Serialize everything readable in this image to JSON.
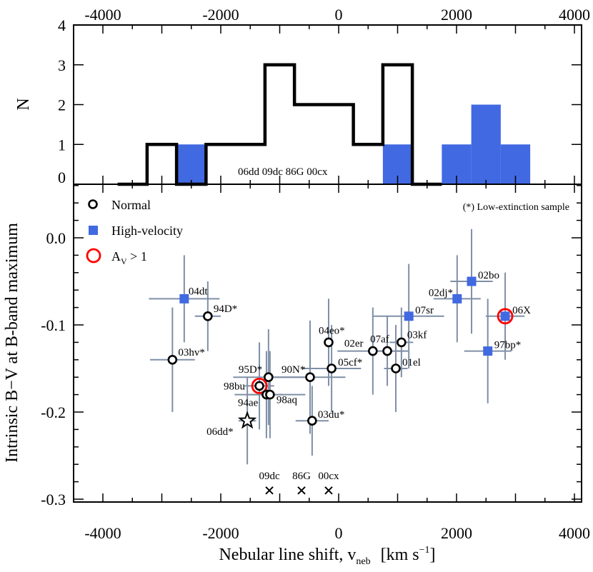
{
  "chart_data": [
    {
      "type": "histogram",
      "panel": "top",
      "title": "",
      "xlabel": "",
      "ylabel": "N",
      "xlim": [
        -4500,
        4000
      ],
      "ylim": [
        -0.1,
        4
      ],
      "x_ticks": [
        -4000,
        -2000,
        0,
        2000,
        4000
      ],
      "x_tick_labels": [
        "-4000",
        "-2000",
        "0",
        "2000",
        "4000"
      ],
      "x_ticks_on_top": true,
      "y_ticks": [
        0,
        1,
        2,
        3,
        4
      ],
      "y_tick_labels": [
        "0",
        "1",
        "2",
        "3",
        "4"
      ],
      "bin_width": 500,
      "series": [
        {
          "name": "Normal",
          "style": "step-outline",
          "color": "#000000",
          "bin_edges": [
            -3750,
            -3250,
            -2750,
            -2250,
            -1750,
            -1250,
            -750,
            -250,
            250,
            750,
            1250,
            1750
          ],
          "counts": [
            0,
            1,
            0,
            1,
            1,
            3,
            2,
            2,
            1,
            3,
            0
          ]
        },
        {
          "name": "High-velocity",
          "style": "filled",
          "color": "#4169E1",
          "bins": [
            {
              "x0": -2750,
              "x1": -2250,
              "count": 1
            },
            {
              "x0": 750,
              "x1": 1250,
              "count": 1
            },
            {
              "x0": 1750,
              "x1": 2250,
              "count": 1
            },
            {
              "x0": 2250,
              "x1": 2750,
              "count": 2
            },
            {
              "x0": 2750,
              "x1": 3250,
              "count": 1
            }
          ]
        }
      ],
      "annotations": [
        {
          "text": "06dd 09dc 86G  00cx",
          "x": -1000,
          "y": 0.12
        }
      ]
    },
    {
      "type": "scatter",
      "panel": "bottom",
      "title": "",
      "xlabel": "Nebular line shift, v_neb  [km s^-1]",
      "ylabel": "Intrinsic B−V at B-band maximum",
      "xlim": [
        -4500,
        4000
      ],
      "ylim": [
        -0.303,
        0.062
      ],
      "x_ticks": [
        -4000,
        -2000,
        0,
        2000,
        4000
      ],
      "x_tick_labels": [
        "-4000",
        "-2000",
        "0",
        "2000",
        "4000"
      ],
      "y_ticks": [
        0.0,
        -0.1,
        -0.2,
        -0.3
      ],
      "y_tick_labels": [
        "0.0",
        "-0.1",
        "-0.2",
        "-0.3"
      ],
      "grid": false,
      "legend": {
        "position": "upper left",
        "entries": [
          {
            "label": "Normal",
            "marker": "open-circle",
            "color": "#000000"
          },
          {
            "label": "High-velocity",
            "marker": "filled-square",
            "color": "#4169E1"
          },
          {
            "label": "A_V > 1",
            "marker": "red-ring",
            "color": "#FF0000"
          }
        ]
      },
      "note": "(*) Low-extinction sample",
      "errorbar_color": "#7F8FA6",
      "points": [
        {
          "name": "04dt",
          "x": -2620,
          "y": -0.07,
          "xerr": 600,
          "yerr": 0.05,
          "group": "High-velocity",
          "av_gt_1": false,
          "label_dx": 6,
          "label_dy": -6
        },
        {
          "name": "94D*",
          "x": -2220,
          "y": -0.09,
          "xerr": 220,
          "yerr": 0.04,
          "group": "Normal",
          "av_gt_1": false,
          "label_dx": 8,
          "label_dy": -6
        },
        {
          "name": "03hv*",
          "x": -2820,
          "y": -0.14,
          "xerr": 380,
          "yerr": 0.06,
          "group": "Normal",
          "av_gt_1": false,
          "label_dx": 8,
          "label_dy": -6
        },
        {
          "name": "95D*",
          "x": -1190,
          "y": -0.16,
          "xerr": 600,
          "yerr": 0.055,
          "group": "Normal",
          "av_gt_1": false,
          "label_dx": -42,
          "label_dy": -6
        },
        {
          "name": "98bu",
          "x": -1345,
          "y": -0.17,
          "xerr": 250,
          "yerr": 0.05,
          "group": "Normal",
          "av_gt_1": true,
          "label_dx": -50,
          "label_dy": 5
        },
        {
          "name": "94ae",
          "x": -1225,
          "y": -0.18,
          "xerr": 300,
          "yerr": 0.05,
          "group": "Normal",
          "av_gt_1": false,
          "label_dx": -40,
          "label_dy": 16
        },
        {
          "name": "98aq",
          "x": -1165,
          "y": -0.18,
          "xerr": 600,
          "yerr": 0.05,
          "group": "Normal",
          "av_gt_1": false,
          "label_dx": 9,
          "label_dy": 12
        },
        {
          "name": "06dd*",
          "x": -1550,
          "y": -0.21,
          "xerr": 150,
          "yerr": 0.05,
          "group": "Normal",
          "av_gt_1": false,
          "marker": "star",
          "label_dx": -57,
          "label_dy": 20
        },
        {
          "name": "90N*",
          "x": -485,
          "y": -0.16,
          "xerr": 600,
          "yerr": 0.065,
          "group": "Normal",
          "av_gt_1": false,
          "label_dx": -40,
          "label_dy": -6
        },
        {
          "name": "03du*",
          "x": -450,
          "y": -0.21,
          "xerr": 280,
          "yerr": 0.04,
          "group": "Normal",
          "av_gt_1": false,
          "label_dx": 8,
          "label_dy": -4
        },
        {
          "name": "04eo*",
          "x": -170,
          "y": -0.12,
          "xerr": 60,
          "yerr": 0.05,
          "group": "Normal",
          "av_gt_1": false,
          "label_dx": -14,
          "label_dy": -12
        },
        {
          "name": "05cf*",
          "x": -120,
          "y": -0.15,
          "xerr": 500,
          "yerr": 0.05,
          "group": "Normal",
          "av_gt_1": false,
          "label_dx": 9,
          "label_dy": -4
        },
        {
          "name": "02er",
          "x": 580,
          "y": -0.13,
          "xerr": 600,
          "yerr": 0.05,
          "group": "Normal",
          "av_gt_1": false,
          "label_dx": -40,
          "label_dy": -6
        },
        {
          "name": "07af",
          "x": 825,
          "y": -0.13,
          "xerr": 300,
          "yerr": 0.04,
          "group": "Normal",
          "av_gt_1": false,
          "label_dx": -24,
          "label_dy": -12
        },
        {
          "name": "03kf",
          "x": 1065,
          "y": -0.12,
          "xerr": 200,
          "yerr": 0.04,
          "group": "Normal",
          "av_gt_1": false,
          "label_dx": 8,
          "label_dy": -6
        },
        {
          "name": "01el",
          "x": 970,
          "y": -0.15,
          "xerr": 200,
          "yerr": 0.05,
          "group": "Normal",
          "av_gt_1": false,
          "label_dx": 9,
          "label_dy": -4
        },
        {
          "name": "07sr",
          "x": 1190,
          "y": -0.09,
          "xerr": 600,
          "yerr": 0.06,
          "group": "High-velocity",
          "av_gt_1": false,
          "label_dx": 9,
          "label_dy": -4
        },
        {
          "name": "02bo",
          "x": 2255,
          "y": -0.05,
          "xerr": 360,
          "yerr": 0.06,
          "group": "High-velocity",
          "av_gt_1": false,
          "label_dx": 9,
          "label_dy": -4
        },
        {
          "name": "02dj*",
          "x": 2010,
          "y": -0.07,
          "xerr": 400,
          "yerr": 0.05,
          "group": "High-velocity",
          "av_gt_1": false,
          "label_dx": -40,
          "label_dy": -4
        },
        {
          "name": "06X",
          "x": 2825,
          "y": -0.09,
          "xerr": 330,
          "yerr": 0.05,
          "group": "High-velocity",
          "av_gt_1": true,
          "label_dx": 10,
          "label_dy": -4
        },
        {
          "name": "97bp*",
          "x": 2530,
          "y": -0.13,
          "xerr": 400,
          "yerr": 0.06,
          "group": "High-velocity",
          "av_gt_1": false,
          "label_dx": 9,
          "label_dy": -4
        }
      ],
      "x_markers": [
        {
          "name": "09dc",
          "x": -1175,
          "y": -0.29,
          "marker": "x"
        },
        {
          "name": "86G",
          "x": -630,
          "y": -0.29,
          "marker": "x"
        },
        {
          "name": "00cx",
          "x": -170,
          "y": -0.29,
          "marker": "x"
        }
      ]
    }
  ],
  "labels": {
    "top_ylabel": "N",
    "bottom_ylabel": "Intrinsic B−V at B-band maximum",
    "xlabel_main": "Nebular line shift, v",
    "xlabel_sub": "neb",
    "xlabel_units_pre": "[km s",
    "xlabel_units_sup": "−1",
    "xlabel_units_post": "]",
    "legend_normal": "Normal",
    "legend_hv": "High-velocity",
    "legend_av_main": "A",
    "legend_av_sub": "V",
    "legend_av_rest": " > 1",
    "note": "(*) Low-extinction sample",
    "hist_annotation": "06dd 09dc 86G  00cx"
  }
}
